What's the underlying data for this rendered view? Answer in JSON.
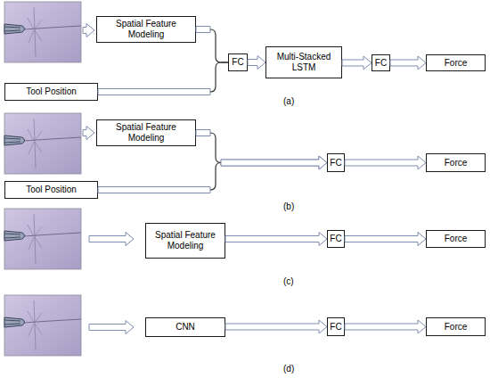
{
  "diagram": {
    "nodes": [
      {
        "text": [
          "Spatial Feature Modeling"
        ]
      },
      {
        "text": [
          "Tool Position"
        ]
      },
      {
        "text": [
          "FC"
        ]
      },
      {
        "text": [
          "Multi-Stacked LSTM"
        ]
      },
      {
        "text": [
          "FC"
        ]
      },
      {
        "text": [
          "Force"
        ]
      },
      {
        "text": [
          "Spatial Feature Modeling"
        ]
      },
      {
        "text": [
          "Tool Position"
        ]
      },
      {
        "text": [
          "FC"
        ]
      },
      {
        "text": [
          "Force"
        ]
      },
      {
        "text": [
          "Spatial Feature Modeling"
        ]
      },
      {
        "text": [
          "FC"
        ]
      },
      {
        "text": [
          "Force"
        ]
      },
      {
        "text": [
          "CNN"
        ]
      },
      {
        "text": [
          "FC"
        ]
      },
      {
        "text": [
          "Force"
        ]
      }
    ],
    "edges": [
      {
        "from": 0,
        "to": 2,
        "arrow": "to"
      },
      {
        "from": 1,
        "to": 2,
        "arrow": "to"
      },
      {
        "from": 2,
        "to": 3,
        "arrow": "to"
      },
      {
        "from": 3,
        "to": 4,
        "arrow": "to"
      },
      {
        "from": 4,
        "to": 5,
        "arrow": "to"
      },
      {
        "from": 6,
        "to": 8,
        "arrow": "to"
      },
      {
        "from": 7,
        "to": 8,
        "arrow": "to"
      },
      {
        "from": 8,
        "to": 9,
        "arrow": "to"
      },
      {
        "from": 10,
        "to": 11,
        "arrow": "to"
      },
      {
        "from": 11,
        "to": 12,
        "arrow": "to"
      },
      {
        "from": 13,
        "to": 14,
        "arrow": "to"
      },
      {
        "from": 14,
        "to": 15,
        "arrow": "to"
      }
    ],
    "labels": [
      "(a)",
      "(b)",
      "(c)",
      "(d)"
    ]
  }
}
